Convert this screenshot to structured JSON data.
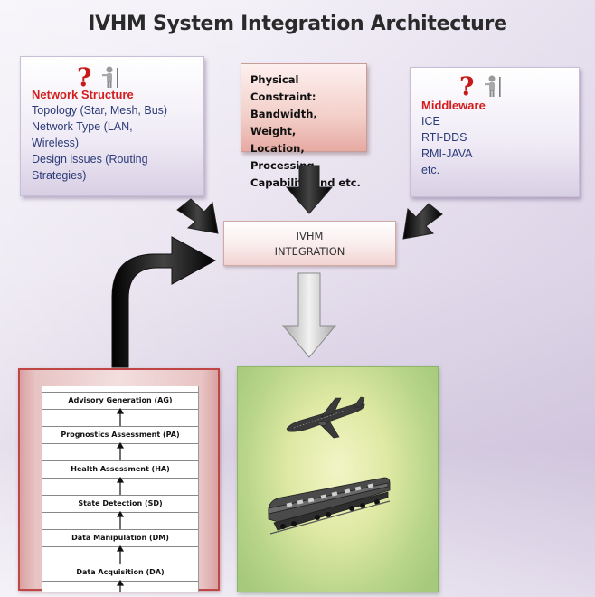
{
  "title": "IVHM System Integration Architecture",
  "network": {
    "heading": "Network Structure",
    "lines": [
      "Topology (Star, Mesh, Bus)",
      "Network Type (LAN,",
      "Wireless)",
      "Design issues (Routing",
      "Strategies)"
    ]
  },
  "physical": {
    "lines": [
      "Physical Constraint:",
      "Bandwidth, Weight,",
      "Location, Processing",
      "Capability and etc."
    ]
  },
  "middleware": {
    "heading": "Middleware",
    "lines": [
      "ICE",
      "RTI-DDS",
      "RMI-JAVA",
      "etc."
    ]
  },
  "integration": {
    "lines": [
      "IVHM",
      "INTEGRATION"
    ]
  },
  "layers": [
    "Advisory Generation (AG)",
    "Prognostics Assessment (PA)",
    "Health Assessment (HA)",
    "State Detection (SD)",
    "Data Manipulation (DM)",
    "Data Acquisition (DA)"
  ],
  "colors": {
    "heading_red": "#d21e1e",
    "body_blue": "#2b3a78",
    "arrow_black": "#111111",
    "arrow_grey": "#c8c8c8",
    "panel_red_border": "#c04545",
    "panel_green": "#b9d58a"
  },
  "icons": [
    "question-person-icon",
    "airplane-icon",
    "train-icon"
  ]
}
